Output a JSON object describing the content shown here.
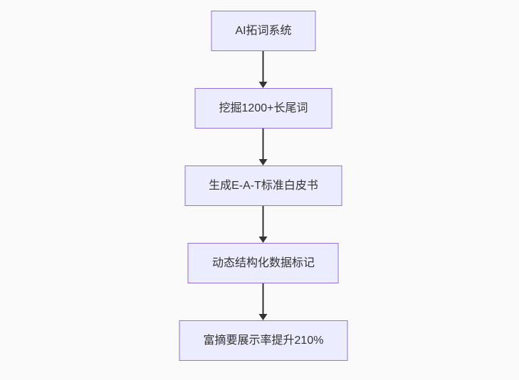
{
  "colors": {
    "background": "#fafafa",
    "node_fill": "#ececff",
    "node_border": "#9370db",
    "node_text": "#333333",
    "arrow": "#333333"
  },
  "flowchart": {
    "type": "vertical-flow",
    "nodes": [
      {
        "label": "AI拓词系统"
      },
      {
        "label": "挖掘1200+长尾词"
      },
      {
        "label": "生成E-A-T标准白皮书"
      },
      {
        "label": "动态结构化数据标记"
      },
      {
        "label": "富摘要展示率提升210%"
      }
    ]
  }
}
